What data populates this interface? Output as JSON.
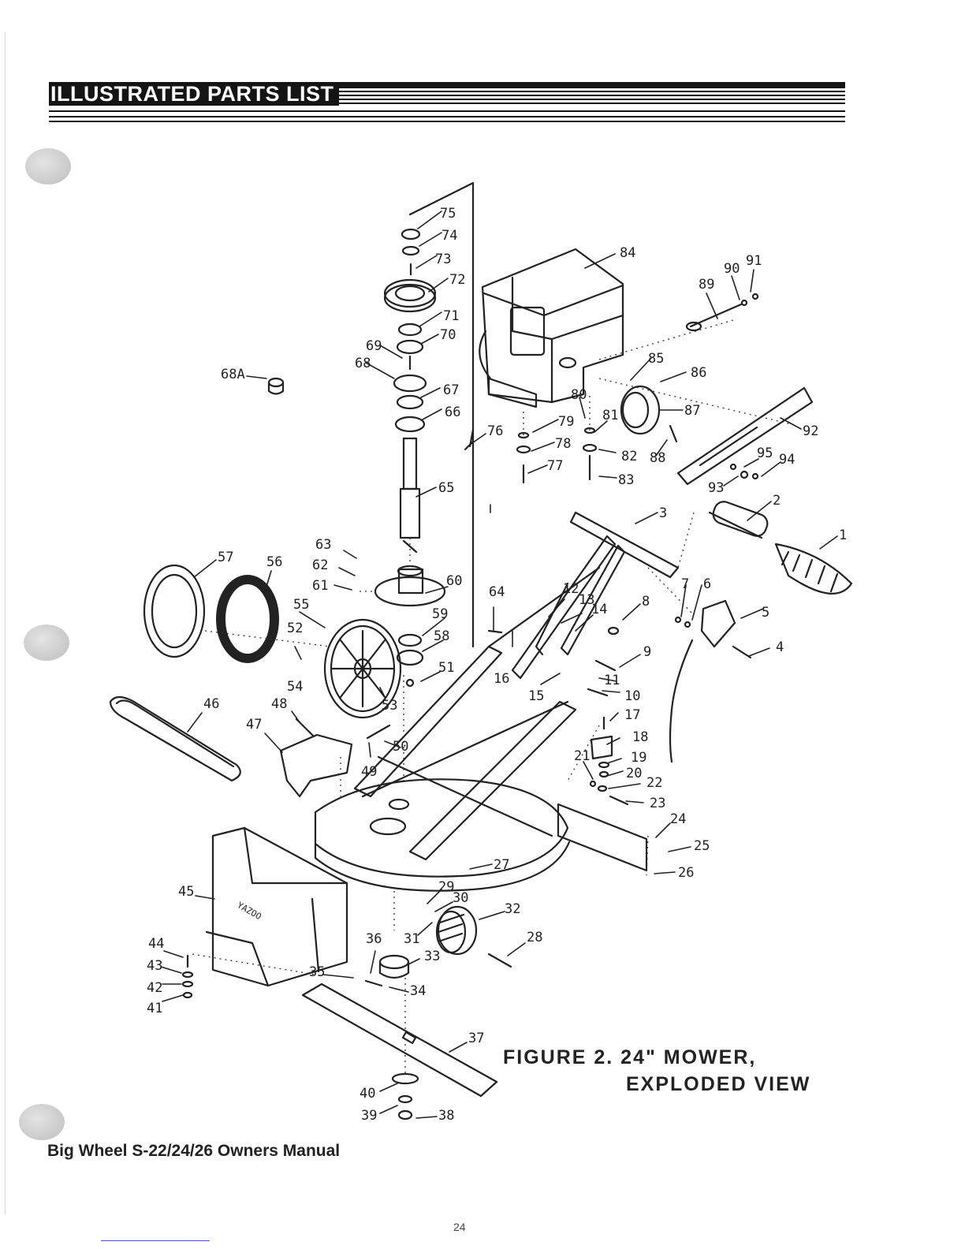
{
  "header": {
    "title": "ILLUSTRATED PARTS LIST"
  },
  "figure": {
    "caption_line1": "FIGURE 2. 24\" MOWER,",
    "caption_line2": "EXPLODED VIEW"
  },
  "footer": {
    "manual": "Big Wheel S-22/24/26 Owners Manual",
    "page": "24"
  },
  "callouts": [
    "1",
    "2",
    "3",
    "4",
    "5",
    "6",
    "7",
    "8",
    "9",
    "10",
    "11",
    "12",
    "13",
    "14",
    "15",
    "16",
    "17",
    "18",
    "19",
    "20",
    "21",
    "22",
    "23",
    "24",
    "25",
    "26",
    "27",
    "28",
    "29",
    "30",
    "31",
    "32",
    "33",
    "34",
    "35",
    "36",
    "37",
    "38",
    "39",
    "40",
    "41",
    "42",
    "43",
    "44",
    "45",
    "46",
    "47",
    "48",
    "49",
    "50",
    "51",
    "52",
    "53",
    "54",
    "55",
    "56",
    "57",
    "58",
    "59",
    "60",
    "61",
    "62",
    "63",
    "64",
    "65",
    "66",
    "67",
    "68",
    "68A",
    "69",
    "70",
    "71",
    "72",
    "73",
    "74",
    "75",
    "76",
    "77",
    "78",
    "79",
    "80",
    "81",
    "82",
    "83",
    "84",
    "85",
    "86",
    "87",
    "88",
    "89",
    "90",
    "91",
    "92",
    "93",
    "94",
    "95"
  ],
  "decal_text": "YAZOO"
}
